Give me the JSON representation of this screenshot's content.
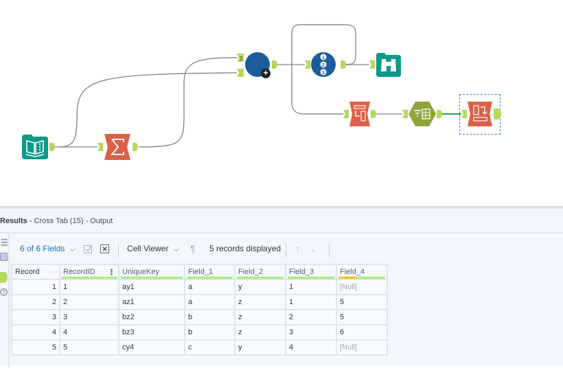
{
  "canvas": {
    "tools": [
      {
        "id": "input",
        "name": "Input Data",
        "icon": "book-icon",
        "color": "#0c9a8a"
      },
      {
        "id": "summarize",
        "name": "Summarize",
        "icon": "sigma-icon",
        "color": "#dc6046"
      },
      {
        "id": "join",
        "name": "Join Multiple",
        "icon": "join-circle-icon",
        "color": "#1c5c9a"
      },
      {
        "id": "record-id",
        "name": "Record ID",
        "icon": "numbered-list-icon",
        "color": "#1c5c9a"
      },
      {
        "id": "browse",
        "name": "Browse",
        "icon": "binoculars-icon",
        "color": "#0c9a8a"
      },
      {
        "id": "transpose",
        "name": "Transpose",
        "icon": "transpose-icon",
        "color": "#dc6046"
      },
      {
        "id": "filter-table",
        "name": "Select/Table",
        "icon": "table-filter-icon",
        "color": "#8ca63a"
      },
      {
        "id": "crosstab",
        "name": "Cross Tab",
        "icon": "crosstab-icon",
        "color": "#dc6046",
        "selected": true
      }
    ],
    "plus_badge": "+",
    "record_id_digits": [
      "1",
      "2",
      "3"
    ],
    "join_input_label": "2"
  },
  "results": {
    "title_bold": "Results",
    "title_rest": " - Cross Tab (15) - Output",
    "toolbar": {
      "fields_label": "6 of 6 Fields",
      "cell_viewer_label": "Cell Viewer",
      "records_label": "5 records displayed"
    },
    "columns": [
      "Record",
      "RecordID",
      "UniqueKey",
      "Field_1",
      "Field_2",
      "Field_3",
      "Field_4"
    ],
    "rows": [
      [
        "1",
        "1",
        "ay1",
        "a",
        "y",
        "1",
        "[Null]"
      ],
      [
        "2",
        "2",
        "az1",
        "a",
        "z",
        "1",
        "5"
      ],
      [
        "3",
        "3",
        "bz2",
        "b",
        "z",
        "2",
        "5"
      ],
      [
        "4",
        "4",
        "bz3",
        "b",
        "z",
        "3",
        "6"
      ],
      [
        "5",
        "5",
        "cy4",
        "c",
        "y",
        "4",
        "[Null]"
      ]
    ],
    "colors": {
      "header_ok_bar": "#a6ec7e",
      "header_null_bar": "#f5c518",
      "link_blue": "#1a6fb8",
      "connection_active": "#2e9e4f"
    }
  }
}
